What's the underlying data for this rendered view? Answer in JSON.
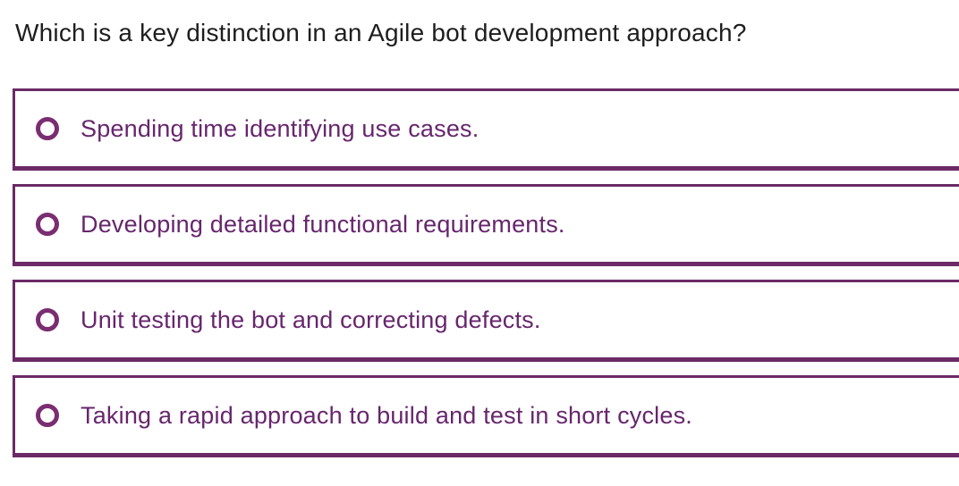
{
  "question": {
    "text": "Which is a key distinction in an Agile bot development approach?"
  },
  "options": [
    {
      "label": "Spending time identifying use cases.",
      "selected": false
    },
    {
      "label": "Developing detailed functional requirements.",
      "selected": false
    },
    {
      "label": "Unit testing the bot and correcting defects.",
      "selected": false
    },
    {
      "label": "Taking a rapid approach to build and test in short cycles.",
      "selected": false
    }
  ],
  "icons": {
    "radio_unselected": "ring-outline"
  },
  "colors": {
    "question-text": "#1e1e1e",
    "border-purple": "#6b2a66",
    "radio-purple": "#7b2d72",
    "option-text": "#67266d"
  }
}
